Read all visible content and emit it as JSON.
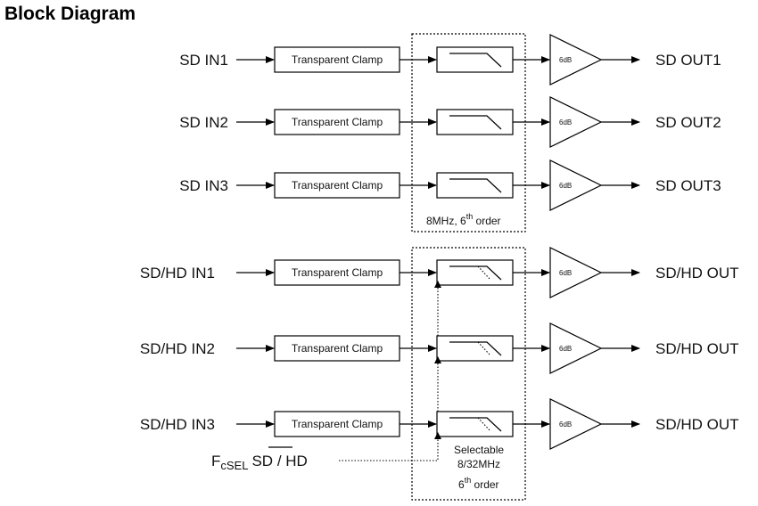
{
  "title": "Block Diagram",
  "channels": [
    {
      "input": "SD IN1",
      "clamp": "Transparent Clamp",
      "gain": "6dB",
      "output": "SD OUT1",
      "filter_type": "fixed"
    },
    {
      "input": "SD IN2",
      "clamp": "Transparent Clamp",
      "gain": "6dB",
      "output": "SD OUT2",
      "filter_type": "fixed"
    },
    {
      "input": "SD IN3",
      "clamp": "Transparent Clamp",
      "gain": "6dB",
      "output": "SD OUT3",
      "filter_type": "fixed"
    },
    {
      "input": "SD/HD IN1",
      "clamp": "Transparent Clamp",
      "gain": "6dB",
      "output": "SD/HD OUT",
      "filter_type": "selectable"
    },
    {
      "input": "SD/HD IN2",
      "clamp": "Transparent Clamp",
      "gain": "6dB",
      "output": "SD/HD OUT",
      "filter_type": "selectable"
    },
    {
      "input": "SD/HD IN3",
      "clamp": "Transparent Clamp",
      "gain": "6dB",
      "output": "SD/HD OUT",
      "filter_type": "selectable"
    }
  ],
  "sd_filter_group": {
    "freq": "8MHz, 6",
    "order_sup": "th",
    "order_word": " order"
  },
  "hd_filter_group": {
    "line1": "Selectable",
    "line2": "8/32MHz",
    "line3_num": "6",
    "line3_sup": "th",
    "line3_word": " order"
  },
  "select_input": {
    "f": "F",
    "sub": "cSEL",
    "sd": "SD",
    "rest": " / HD"
  }
}
